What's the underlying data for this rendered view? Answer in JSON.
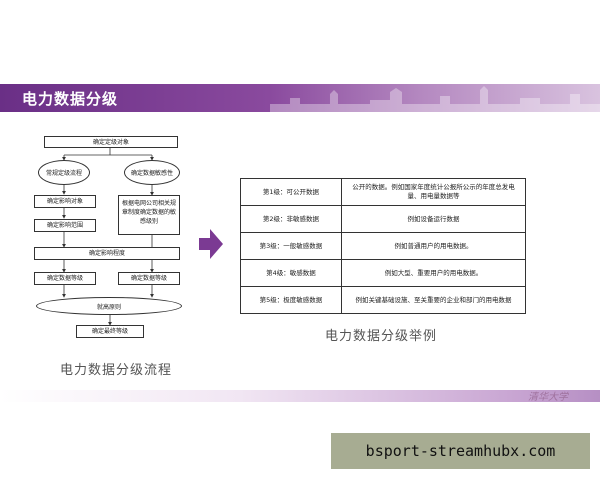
{
  "title": "电力数据分级",
  "emblem_text": "清华大学",
  "flowchart": {
    "caption": "电力数据分级流程",
    "nodes": {
      "determine_object": "确定定级对象",
      "left_ellipse": "常规定级流程",
      "right_ellipse": "确定数据敏感性",
      "impact_object": "确定影响对象",
      "impact_range": "确定影响范围",
      "right_tall": "根据电网公司相关规章制度确定数据的敏感级别",
      "impact_degree": "确定影响程度",
      "data_level_left": "确定数据等级",
      "data_level_right": "确定数据等级",
      "principle": "就高原则",
      "final_level": "确定最终等级"
    }
  },
  "table": {
    "caption": "电力数据分级举例",
    "rows": [
      {
        "level": "第1级：可公开数据",
        "example": "公开的数据。例如国家年度统计公报所公示的年度总发电量、用电量数据等"
      },
      {
        "level": "第2级：非敏感数据",
        "example": "例如设备运行数据"
      },
      {
        "level": "第3级：一般敏感数据",
        "example": "例如普通用户的用电数据。"
      },
      {
        "level": "第4级：敏感数据",
        "example": "例如大型、重要用户的用电数据。"
      },
      {
        "level": "第5级：极度敏感数据",
        "example": "例如关键基础设施、至关重要的企业和部门的用电数据"
      }
    ]
  },
  "watermark": "bsport-streamhubx.com",
  "colors": {
    "banner": "#6a2f86",
    "arrow": "#7b3a93",
    "watermark_bg": "#a7ac92"
  }
}
